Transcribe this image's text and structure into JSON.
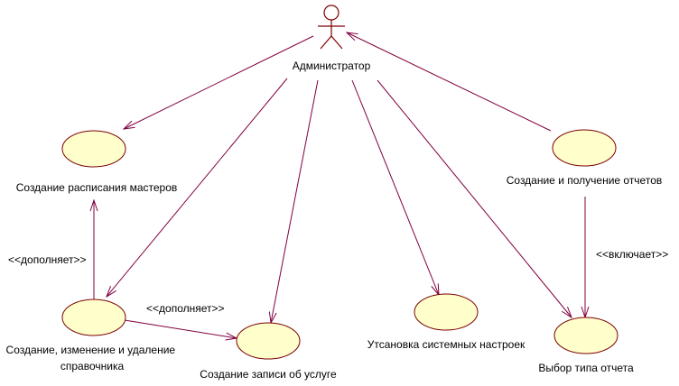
{
  "actor": {
    "name": "Администратор"
  },
  "use_cases": {
    "schedule": "Создание расписания мастеров",
    "reports": "Создание и получение отчетов",
    "directory_lines": [
      "Создание, изменение и удаление",
      "справочника"
    ],
    "service_record": "Создание записи об услуге",
    "settings": "Утсановка системных настроек",
    "report_type": "Выбор типа отчета"
  },
  "stereotypes": {
    "extends_1": "<<дополняет>>",
    "extends_2": "<<дополняет>>",
    "includes": "<<включает>>"
  },
  "colors": {
    "use_case_fill": "#ffffcc",
    "use_case_stroke": "#7a0000",
    "edge": "#800040"
  }
}
